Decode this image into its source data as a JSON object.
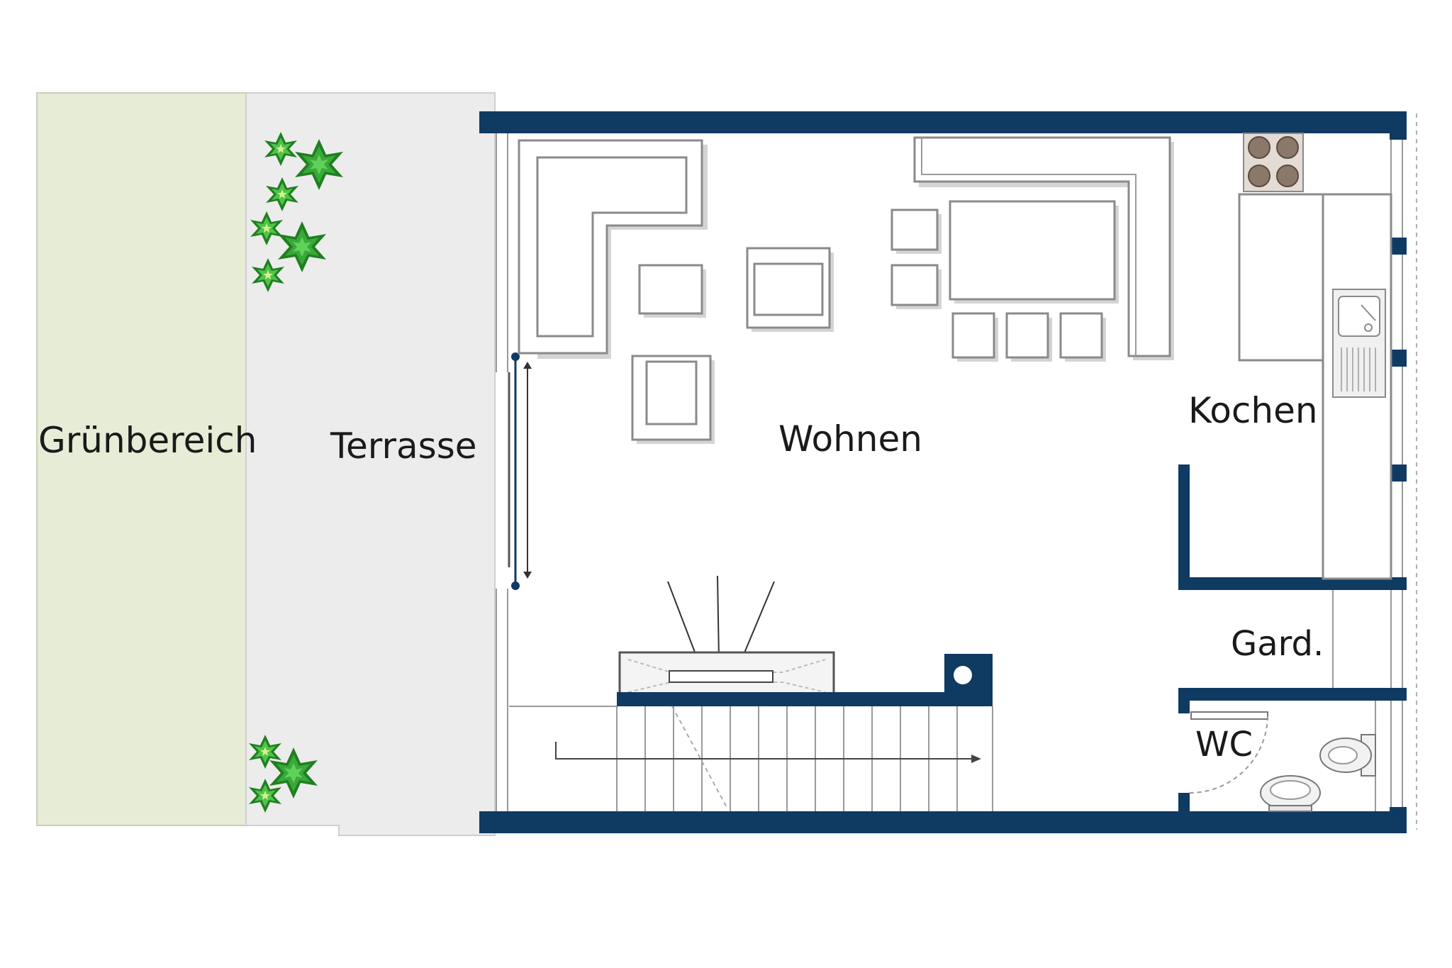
{
  "floorplan": {
    "labels": {
      "green_area": "Grünbereich",
      "terrace": "Terrasse",
      "living": "Wohnen",
      "kitchen": "Kochen",
      "wardrobe": "Gard.",
      "wc": "WC"
    },
    "colors": {
      "wall": "#0f3a62",
      "green_area": "#e6ecd6",
      "terrace": "#ececec",
      "plant_dark": "#1f7f1f",
      "plant_light": "#4fc34a",
      "plant_center": "#d7f08a",
      "label_text": "#1a1a1a"
    },
    "icons": [
      "plant-icon",
      "stove-icon",
      "sink-icon",
      "toilet-icon",
      "washbasin-icon",
      "fireplace-icon"
    ]
  }
}
